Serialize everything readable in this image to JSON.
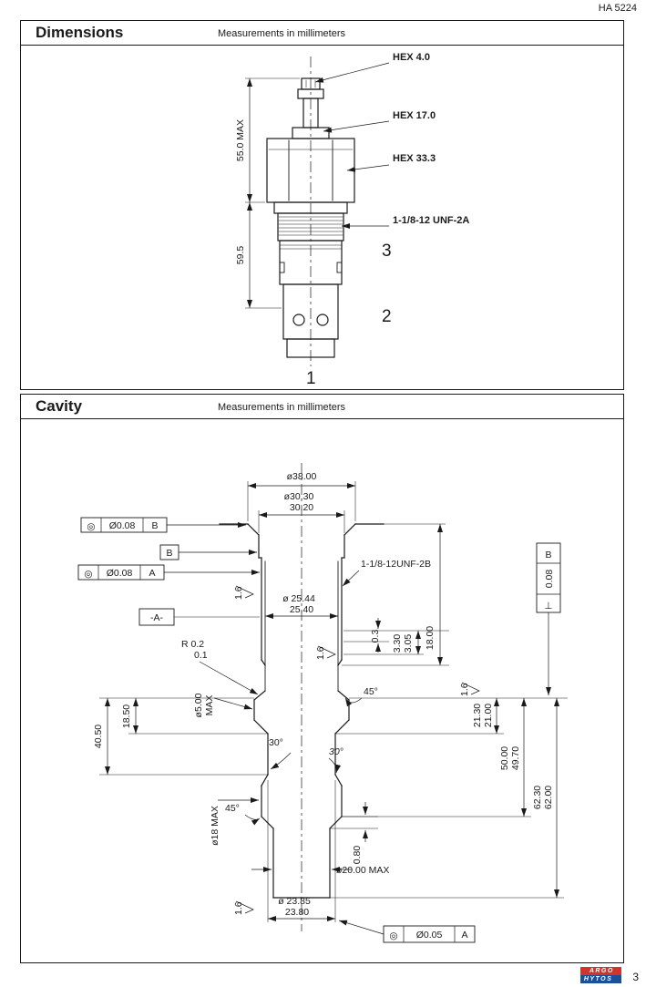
{
  "page": {
    "doc_number": "HA 5224",
    "page_number": "3",
    "logo_top": "ARGO",
    "logo_bottom": "HYTOS"
  },
  "dimensions": {
    "title": "Dimensions",
    "subtitle": "Measurements in millimeters",
    "hex4": "HEX 4.0",
    "hex17": "HEX 17.0",
    "hex33": "HEX 33.3",
    "thread": "1-1/8-12 UNF-2A",
    "h55": "55.0 MAX",
    "h595": "59.5",
    "port3": "3",
    "port2": "2",
    "port1": "1"
  },
  "cavity": {
    "title": "Cavity",
    "subtitle": "Measurements in millimeters",
    "dia38": "ø38.00",
    "dia3030": "ø30.30",
    "dia3020": "30.20",
    "f_top": {
      "sym": "◎",
      "tol": "Ø0.08",
      "datum": "B"
    },
    "datum_b_box": "B",
    "f_mid": {
      "sym": "◎",
      "tol": "Ø0.08",
      "datum": "A"
    },
    "thread": "1-1/8-12UNF-2B",
    "finish": "1.6",
    "dia2544": "ø 25.44",
    "dia2540": "25.40",
    "datum_a": "-A-",
    "r_upper": "R 0.2",
    "r_lower": "0.1",
    "dim03": "0.3",
    "dim330": "3.30",
    "dim305": "3.05",
    "dim18": "18.00",
    "dim1850": "18.50",
    "dim4050": "40.50",
    "dia5": "ø5.00",
    "dia5max": "MAX",
    "ang45a": "45°",
    "ang30a": "30°",
    "ang30b": "30°",
    "ang45b": "45°",
    "dim2130": "21.30",
    "dim2100": "21.00",
    "dim50": "50.00",
    "dim497": "49.70",
    "dim623": "62.30",
    "dim62": "62.00",
    "perp": {
      "sym": "⊥",
      "tol": "0.08",
      "datum": "B"
    },
    "dia18": "ø18 MAX",
    "dim080": "0.80",
    "dia20": "ø20.00 MAX",
    "dia2385": "ø 23.85",
    "dia2380": "23.80",
    "f_bot": {
      "sym": "◎",
      "tol": "Ø0.05",
      "datum": "A"
    }
  }
}
